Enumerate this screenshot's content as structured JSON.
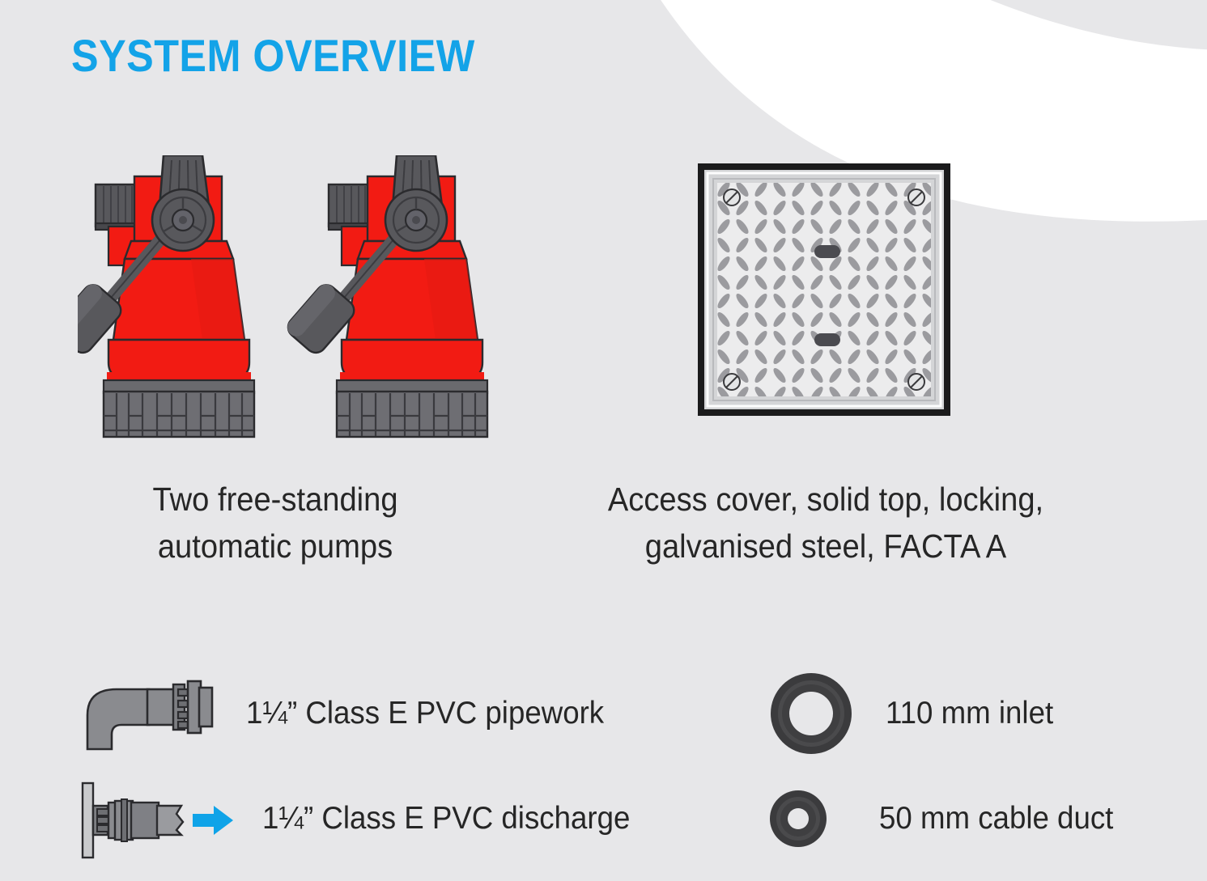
{
  "page": {
    "background_color": "#e7e7e9",
    "accent_color": "#13a3e8",
    "text_color": "#262626"
  },
  "header": {
    "title": "SYSTEM OVERVIEW"
  },
  "decor": {
    "swoosh_color": "#ffffff",
    "swoosh_name": "white-arc-swoosh"
  },
  "features": [
    {
      "id": "pumps",
      "icon": "twin-submersible-pumps-illustration",
      "caption_line1": "Two free-standing",
      "caption_line2": "automatic pumps",
      "colors": {
        "body": "#f21b13",
        "trim": "#58585c",
        "outline": "#2b2b2e"
      }
    },
    {
      "id": "access-cover",
      "icon": "checker-plate-access-cover-illustration",
      "caption_line1": "Access cover, solid top, locking,",
      "caption_line2": "galvanised steel, FACTA A",
      "colors": {
        "frame": "#1c1c1c",
        "plate": "#e9eaec",
        "tread": "#9a9a9e"
      }
    }
  ],
  "specs": [
    {
      "id": "pipework",
      "icon": "pipe-elbow-fitting-icon",
      "label": "1¼” Class E PVC pipework"
    },
    {
      "id": "discharge",
      "icon": "wall-discharge-fitting-icon",
      "label": "1¼” Class E PVC discharge",
      "arrow_color": "#0fa3e8"
    },
    {
      "id": "inlet",
      "icon": "large-grommet-ring-icon",
      "label": "110 mm inlet"
    },
    {
      "id": "cable-duct",
      "icon": "small-grommet-ring-icon",
      "label": "50 mm cable duct"
    }
  ]
}
